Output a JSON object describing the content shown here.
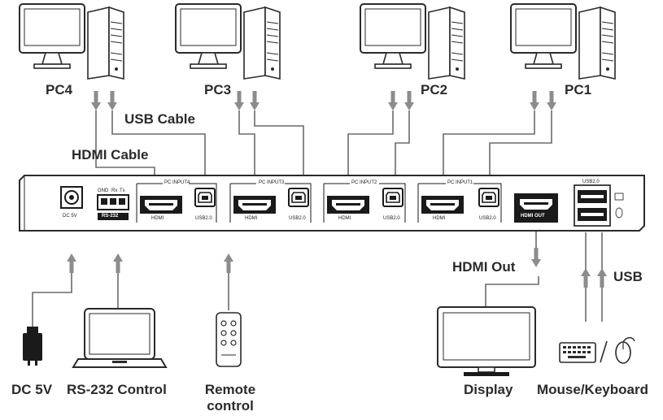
{
  "pcs": [
    {
      "label": "PC4"
    },
    {
      "label": "PC3"
    },
    {
      "label": "PC2"
    },
    {
      "label": "PC1"
    }
  ],
  "cables": {
    "usb_cable": "USB Cable",
    "hdmi_cable": "HDMI Cable",
    "hdmi_out": "HDMI Out",
    "usb": "USB"
  },
  "panel": {
    "dc_port": "DC 5V",
    "rs232": {
      "gnd": "GND",
      "rx": "Rx",
      "tx": "Tx",
      "label": "RS-232"
    },
    "inputs": [
      {
        "title": "PC INPUT4",
        "hdmi": "HDMI",
        "usb": "USB2.0"
      },
      {
        "title": "PC INPUT3",
        "hdmi": "HDMI",
        "usb": "USB2.0"
      },
      {
        "title": "PC INPUT2",
        "hdmi": "HDMI",
        "usb": "USB2.0"
      },
      {
        "title": "PC INPUT1",
        "hdmi": "HDMI",
        "usb": "USB2.0"
      }
    ],
    "hdmi_out": "HDMI OUT",
    "usb_hub": "USB2.0"
  },
  "devices": {
    "dc": "DC 5V",
    "rs232": "RS-232 Control",
    "remote_line1": "Remote",
    "remote_line2": "control",
    "display": "Display",
    "mouse_keyboard": "Mouse/Keyboard"
  },
  "colors": {
    "line": "#6b6b6b",
    "arrow": "#8c8c8c",
    "panel_fill": "#ffffff",
    "dark": "#1a1a1a",
    "text": "#2b2b2b"
  }
}
